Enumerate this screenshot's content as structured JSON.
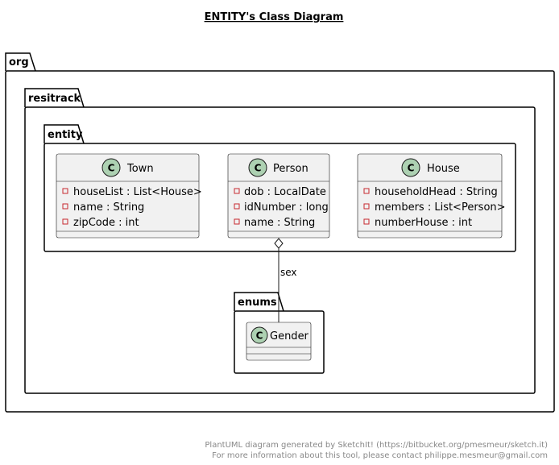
{
  "title": "ENTITY's Class Diagram",
  "packages": {
    "org": "org",
    "resitrack": "resitrack",
    "entity": "entity",
    "enums": "enums"
  },
  "classes": {
    "town": {
      "name": "Town",
      "stereotype_letter": "C",
      "attributes": [
        "houseList : List<House>",
        "name : String",
        "zipCode : int"
      ]
    },
    "person": {
      "name": "Person",
      "stereotype_letter": "C",
      "attributes": [
        "dob : LocalDate",
        "idNumber : long",
        "name : String"
      ]
    },
    "house": {
      "name": "House",
      "stereotype_letter": "C",
      "attributes": [
        "householdHead : String",
        "members : List<Person>",
        "numberHouse : int"
      ]
    },
    "gender": {
      "name": "Gender",
      "stereotype_letter": "C",
      "attributes": []
    }
  },
  "relation": {
    "type": "aggregation",
    "from": "Person",
    "to": "Gender",
    "label": "sex"
  },
  "footer": {
    "line1": "PlantUML diagram generated by SketchIt! (https://bitbucket.org/pmesmeur/sketch.it)",
    "line2": "For more information about this tool, please contact philippe.mesmeur@gmail.com"
  },
  "colors": {
    "class_fill": "#f1f1f1",
    "class_icon": "#add1b2",
    "private_marker": "#c82930"
  }
}
